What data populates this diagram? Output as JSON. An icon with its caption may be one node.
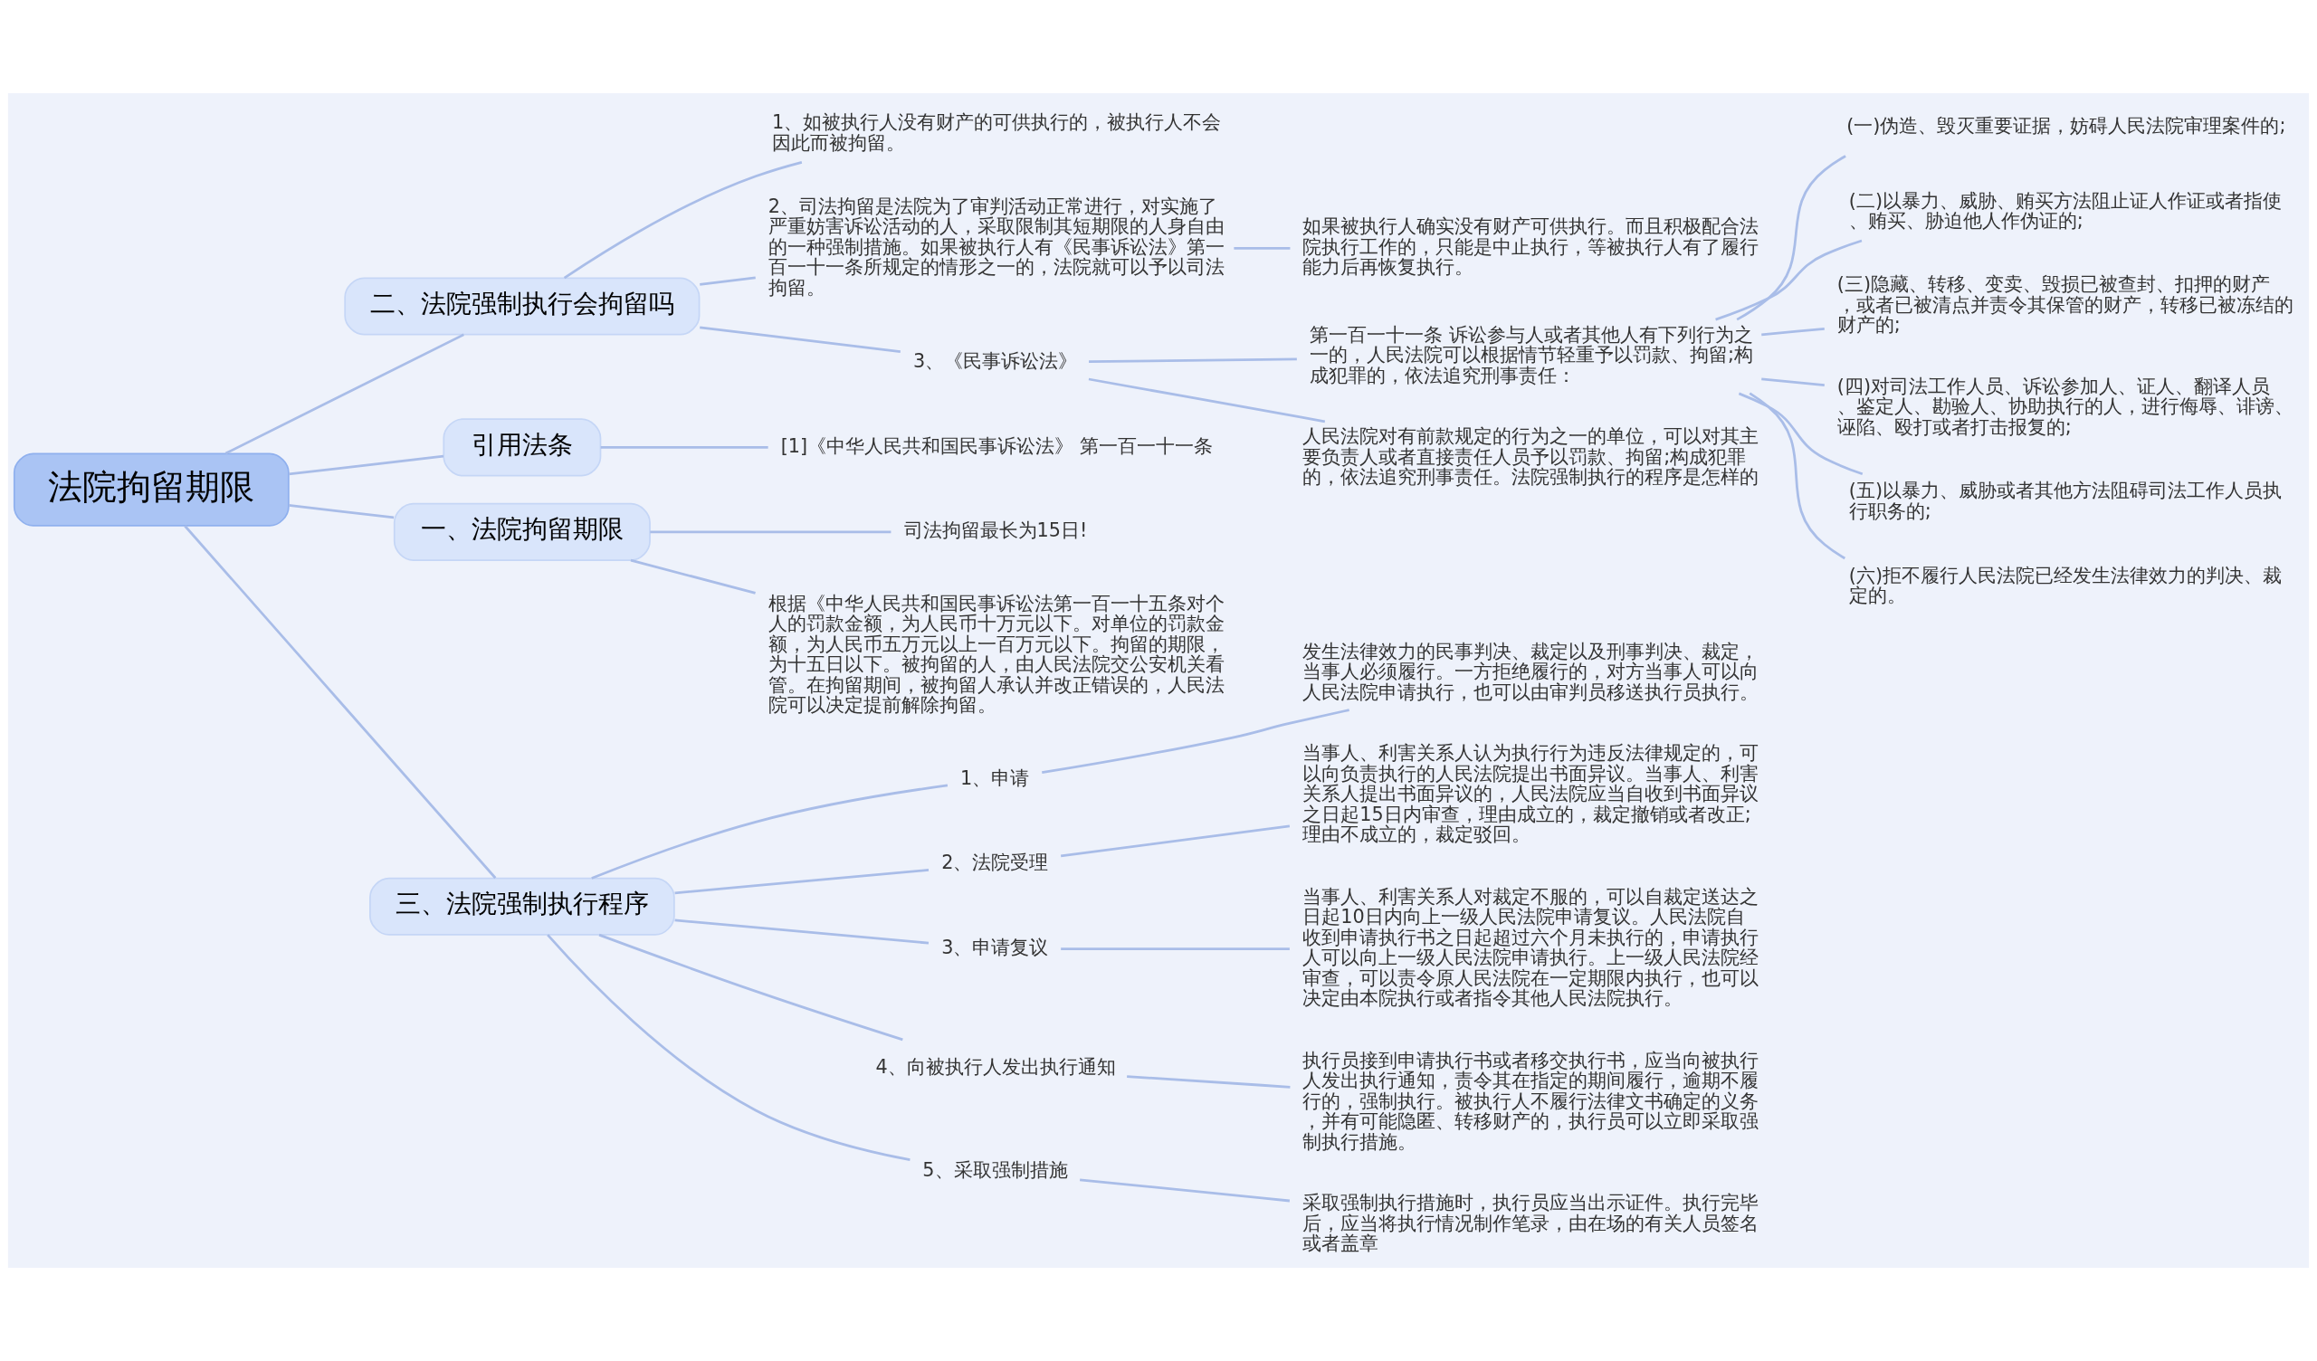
{
  "diagram": {
    "nodes": [
      {
        "text": [
          "法院拘留期限"
        ]
      },
      {
        "text": [
          "二、法院强制执行会拘留吗"
        ]
      },
      {
        "text": [
          "1、如被执行人没有财产的可供执行的，被执行人不会因此而被拘留。"
        ]
      },
      {
        "text": [
          "2、司法拘留是法院为了审判活动正常进行，对实施了严重妨害诉讼活动的人，采取限制其短期限的人身自由的一种强制措施。如果被执行人有《民事诉讼法》第一百一十一条所规定的情形之一的，法院就可以予以司法拘留。"
        ]
      },
      {
        "text": [
          "如果被执行人确实没有财产可供执行。而且积极配合法院执行工作的，只能是中止执行，等被执行人有了履行能力后再恢复执行。"
        ]
      },
      {
        "text": [
          "3、《民事诉讼法》"
        ]
      },
      {
        "text": [
          "第一百一十一条 诉讼参与人或者其他人有下列行为之一的，人民法院可以根据情节轻重予以罚款、拘留;构成犯罪的，依法追究刑事责任："
        ]
      },
      {
        "text": [
          "(一)伪造、毁灭重要证据，妨碍人民法院审理案件的;"
        ]
      },
      {
        "text": [
          "(二)以暴力、威胁、贿买方法阻止证人作证或者指使、贿买、胁迫他人作伪证的;"
        ]
      },
      {
        "text": [
          "(三)隐藏、转移、变卖、毁损已被查封、扣押的财产，或者已被清点并责令其保管的财产，转移已被冻结的财产的;"
        ]
      },
      {
        "text": [
          "(四)对司法工作人员、诉讼参加人、证人、翻译人员、鉴定人、勘验人、协助执行的人，进行侮辱、诽谤、诬陷、殴打或者打击报复的;"
        ]
      },
      {
        "text": [
          "(五)以暴力、威胁或者其他方法阻碍司法工作人员执行职务的;"
        ]
      },
      {
        "text": [
          "(六)拒不履行人民法院已经发生法律效力的判决、裁定的。"
        ]
      },
      {
        "text": [
          "人民法院对有前款规定的行为之一的单位，可以对其主要负责人或者直接责任人员予以罚款、拘留;构成犯罪的，依法追究刑事责任。法院强制执行的程序是怎样的"
        ]
      },
      {
        "text": [
          "引用法条"
        ]
      },
      {
        "text": [
          "[1]《中华人民共和国民事诉讼法》 第一百一十一条"
        ]
      },
      {
        "text": [
          "一、法院拘留期限"
        ]
      },
      {
        "text": [
          "司法拘留最长为15日!"
        ]
      },
      {
        "text": [
          "根据《中华人民共和国民事诉讼法第一百一十五条对个人的罚款金额，为人民币十万元以下。对单位的罚款金额，为人民币五万元以上一百万元以下。拘留的期限，为十五日以下。被拘留的人，由人民法院交公安机关看管。在拘留期间，被拘留人承认并改正错误的，人民法院可以决定提前解除拘留。"
        ]
      },
      {
        "text": [
          "三、法院强制执行程序"
        ]
      },
      {
        "text": [
          "1、申请"
        ]
      },
      {
        "text": [
          "发生法律效力的民事判决、裁定以及刑事判决、裁定，当事人必须履行。一方拒绝履行的，对方当事人可以向人民法院申请执行，也可以由审判员移送执行员执行。"
        ]
      },
      {
        "text": [
          "2、法院受理"
        ]
      },
      {
        "text": [
          "当事人、利害关系人认为执行行为违反法律规定的，可以向负责执行的人民法院提出书面异议。当事人、利害关系人提出书面异议的，人民法院应当自收到书面异议之日起15日内审查，理由成立的，裁定撤销或者改正;理由不成立的，裁定驳回。"
        ]
      },
      {
        "text": [
          "3、申请复议"
        ]
      },
      {
        "text": [
          "当事人、利害关系人对裁定不服的，可以自裁定送达之日起10日内向上一级人民法院申请复议。人民法院自收到申请执行书之日起超过六个月未执行的，申请执行人可以向上一级人民法院申请执行。上一级人民法院经审查，可以责令原人民法院在一定期限内执行，也可以决定由本院执行或者指令其他人民法院执行。"
        ]
      },
      {
        "text": [
          "4、向被执行人发出执行通知"
        ]
      },
      {
        "text": [
          "执行员接到申请执行书或者移交执行书，应当向被执行人发出执行通知，责令其在指定的期间履行，逾期不履行的，强制执行。被执行人不履行法律文书确定的义务，并有可能隐匿、转移财产的，执行员可以立即采取强制执行措施。"
        ]
      },
      {
        "text": [
          "5、采取强制措施"
        ]
      },
      {
        "text": [
          "采取强制执行措施时，执行员应当出示证件。执行完毕后，应当将执行情况制作笔录，由在场的有关人员签名或者盖章"
        ]
      }
    ],
    "edges": [
      {
        "from": 0,
        "to": 1,
        "arrow": "none"
      },
      {
        "from": 1,
        "to": 2,
        "arrow": "none"
      },
      {
        "from": 1,
        "to": 3,
        "arrow": "none"
      },
      {
        "from": 3,
        "to": 4,
        "arrow": "none"
      },
      {
        "from": 1,
        "to": 5,
        "arrow": "none"
      },
      {
        "from": 5,
        "to": 6,
        "arrow": "none"
      },
      {
        "from": 6,
        "to": 7,
        "arrow": "none"
      },
      {
        "from": 6,
        "to": 8,
        "arrow": "none"
      },
      {
        "from": 6,
        "to": 9,
        "arrow": "none"
      },
      {
        "from": 6,
        "to": 10,
        "arrow": "none"
      },
      {
        "from": 6,
        "to": 11,
        "arrow": "none"
      },
      {
        "from": 6,
        "to": 12,
        "arrow": "none"
      },
      {
        "from": 5,
        "to": 13,
        "arrow": "none"
      },
      {
        "from": 0,
        "to": 14,
        "arrow": "none"
      },
      {
        "from": 14,
        "to": 15,
        "arrow": "none"
      },
      {
        "from": 0,
        "to": 16,
        "arrow": "none"
      },
      {
        "from": 16,
        "to": 17,
        "arrow": "none"
      },
      {
        "from": 16,
        "to": 18,
        "arrow": "none"
      },
      {
        "from": 0,
        "to": 19,
        "arrow": "none"
      },
      {
        "from": 19,
        "to": 20,
        "arrow": "none"
      },
      {
        "from": 20,
        "to": 21,
        "arrow": "none"
      },
      {
        "from": 19,
        "to": 22,
        "arrow": "none"
      },
      {
        "from": 22,
        "to": 23,
        "arrow": "none"
      },
      {
        "from": 19,
        "to": 24,
        "arrow": "none"
      },
      {
        "from": 24,
        "to": 25,
        "arrow": "none"
      },
      {
        "from": 19,
        "to": 26,
        "arrow": "none"
      },
      {
        "from": 26,
        "to": 27,
        "arrow": "none"
      },
      {
        "from": 19,
        "to": 28,
        "arrow": "none"
      },
      {
        "from": 28,
        "to": 29,
        "arrow": "none"
      }
    ]
  }
}
